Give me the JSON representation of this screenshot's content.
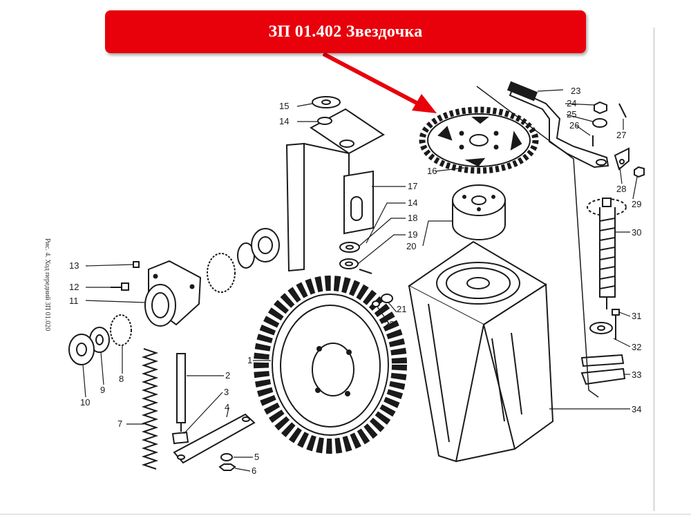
{
  "title": "ЗП 01.402 Звездочка",
  "caption": "Рис. 4. Ход передний ЗП 01.020",
  "colors": {
    "banner": "#e8000b",
    "banner_text": "#ffffff",
    "arrow": "#e8000b",
    "ink": "#1a1a1a"
  },
  "callouts": {
    "c1": "1",
    "c2": "2",
    "c3": "3",
    "c4": "4",
    "c5": "5",
    "c6": "6",
    "c7": "7",
    "c8": "8",
    "c9": "9",
    "c10": "10",
    "c11": "11",
    "c12": "12",
    "c13": "13",
    "c14a": "14",
    "c14b": "14",
    "c15": "15",
    "c16": "16",
    "c17": "17",
    "c18": "18",
    "c19": "19",
    "c20": "20",
    "c21": "21",
    "c22": "22",
    "c23": "23",
    "c24": "24",
    "c25": "25",
    "c26": "26",
    "c27": "27",
    "c28": "28",
    "c29": "29",
    "c30": "30",
    "c31": "31",
    "c32": "32",
    "c33": "33",
    "c34": "34"
  }
}
